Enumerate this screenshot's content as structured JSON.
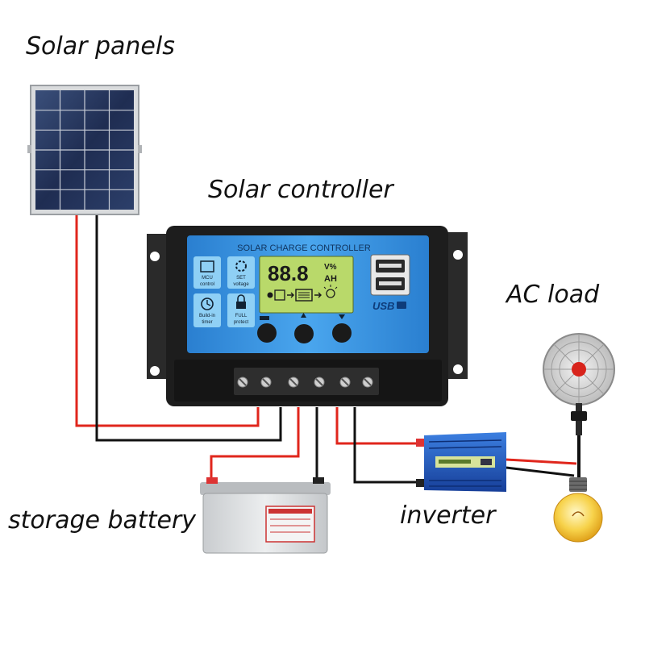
{
  "labels": {
    "solar_panels": "Solar panels",
    "solar_controller": "Solar controller",
    "ac_load": "AC load",
    "storage_battery": "storage battery",
    "inverter": "inverter"
  },
  "controller": {
    "header": "SOLAR CHARGE CONTROLLER",
    "display_digits": "88.8",
    "unit_top": "V%",
    "unit_bottom": "AH",
    "usb_label": "USB",
    "features": [
      {
        "line1": "MCU",
        "line2": "control"
      },
      {
        "line1": "SET",
        "line2": "voltage"
      },
      {
        "line1": "Build-in",
        "line2": "timer"
      },
      {
        "line1": "FULL",
        "line2": "protect"
      }
    ]
  },
  "colors": {
    "wire_positive": "#e0261c",
    "wire_negative": "#111111",
    "controller_face": "#3b8fd8",
    "lcd": "#b9d96a",
    "inverter_body": "#1e5db8"
  }
}
